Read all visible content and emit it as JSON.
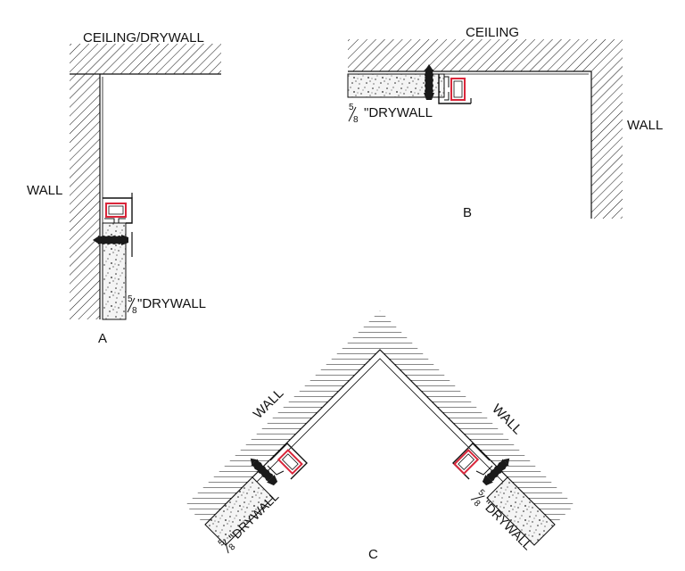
{
  "detail_a": {
    "ceiling_label": "CEILING/DRYWALL",
    "wall_label": "WALL",
    "drywall": {
      "numerator": "5",
      "denominator": "8",
      "text": "\"DRYWALL"
    },
    "caption": "A"
  },
  "detail_b": {
    "ceiling_label": "CEILING",
    "wall_label": "WALL",
    "drywall": {
      "numerator": "5",
      "denominator": "8",
      "text": "\"DRYWALL"
    },
    "caption": "B"
  },
  "detail_c": {
    "wall_left_label": "WALL",
    "wall_right_label": "WALL",
    "drywall_left": {
      "numerator": "5",
      "denominator": "8",
      "text": "\"DRYWALL"
    },
    "drywall_right": {
      "numerator": "5",
      "denominator": "8",
      "text": "\"DRYWALL"
    },
    "caption": "C"
  },
  "colors": {
    "line": "#111111",
    "channel_accent": "#d9263a",
    "screw": "#1a1a1a",
    "drywall_fill": "#f4f4f4"
  }
}
